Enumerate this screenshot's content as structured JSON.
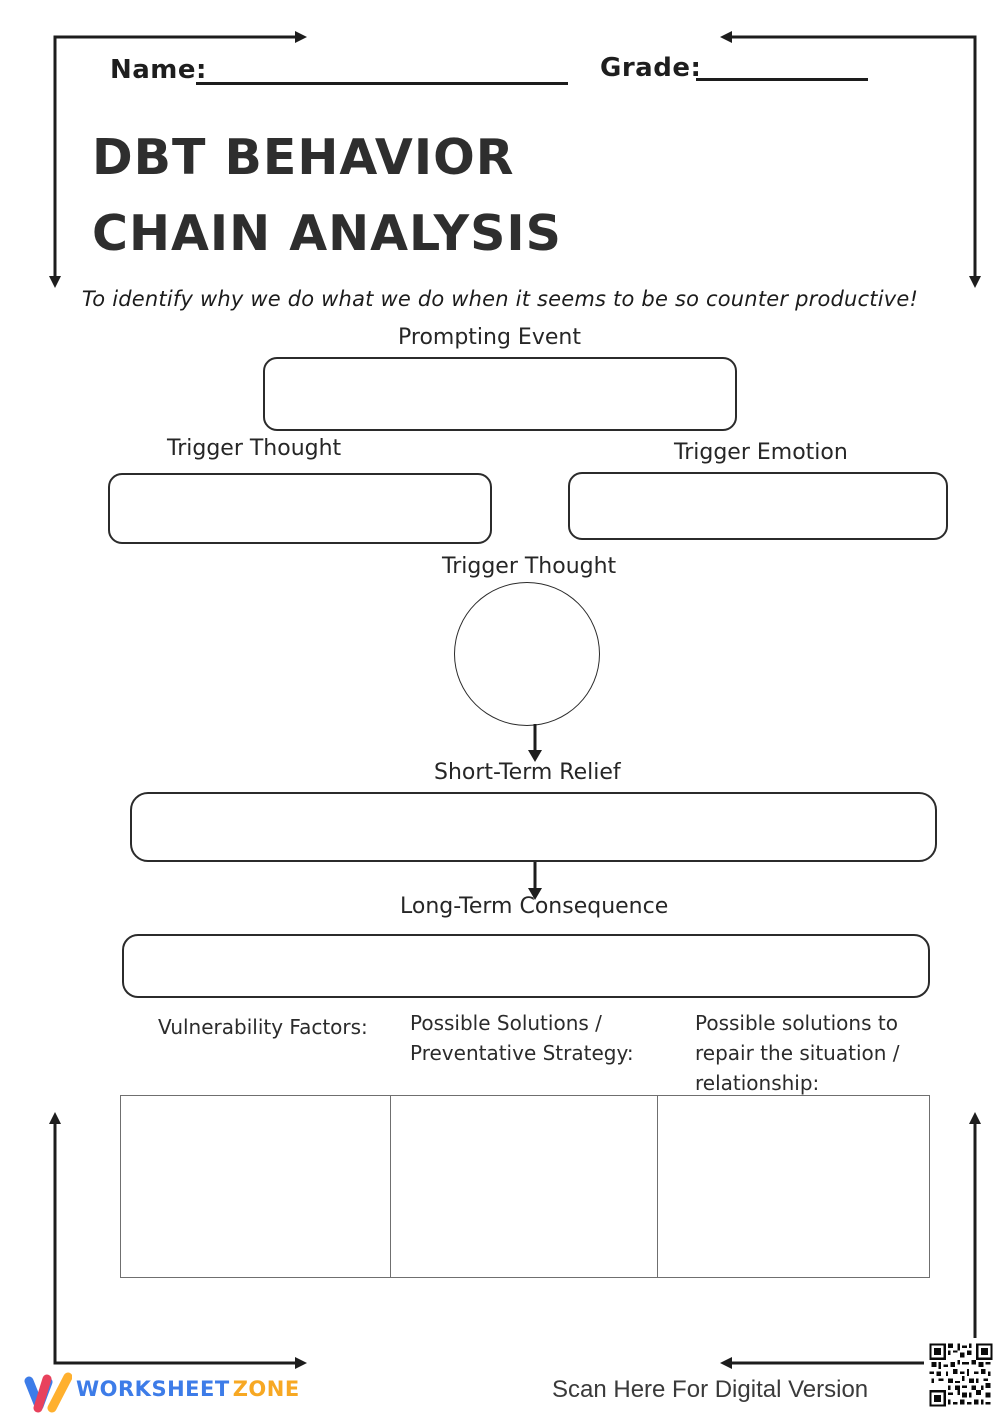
{
  "header": {
    "name_label": "Name:",
    "grade_label": "Grade:",
    "title_line1": "DBT BEHAVIOR",
    "title_line2": "CHAIN ANALYSIS",
    "subtitle": "To identify why we do what we do when it seems to be so counter productive!"
  },
  "flow": {
    "prompting_event_label": "Prompting Event",
    "trigger_thought_left_label": "Trigger Thought",
    "trigger_emotion_label": "Trigger Emotion",
    "trigger_thought_center_label": "Trigger Thought",
    "short_term_relief_label": "Short-Term Relief",
    "long_term_consequence_label": "Long-Term Consequence"
  },
  "bottom_table": {
    "column_headers": [
      "Vulnerability Factors:",
      "Possible Solutions / Preventative Strategy:",
      "Possible solutions to repair the situation / relationship:"
    ]
  },
  "footer": {
    "brand_word_1": "WORKSHEET",
    "brand_word_2": "ZONE",
    "scan_label": "Scan Here For Digital Version"
  },
  "icons": {
    "logo": "worksheet-zone-w-logo",
    "qr": "qr-code"
  },
  "colors": {
    "ink": "#1d1d1d",
    "brand_blue": "#3D7CE8",
    "brand_orange": "#F7A823",
    "logo_red": "#E8415C",
    "logo_yellow": "#FFB02E"
  }
}
